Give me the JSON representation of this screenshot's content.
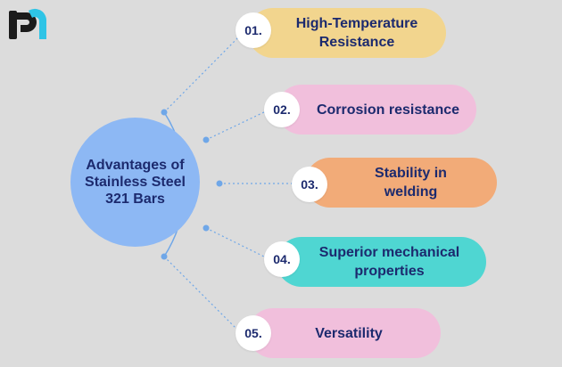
{
  "colors": {
    "background": "#dcdcdc",
    "center_circle": "#8db8f4",
    "text": "#1c2a6e",
    "connector": "#6fa7e8",
    "logo_blue": "#2ec4e6",
    "logo_dark": "#1b1b1b"
  },
  "logo": {
    "icon": "brand-logo-icon"
  },
  "center": {
    "title": "Advantages of Stainless Steel 321 Bars"
  },
  "items": [
    {
      "number": "01.",
      "label": "High-Temperature Resistance",
      "color": "#f2d58e"
    },
    {
      "number": "02.",
      "label": "Corrosion resistance",
      "color": "#f1bfdc"
    },
    {
      "number": "03.",
      "label": "Stability in welding",
      "color": "#f2ab78"
    },
    {
      "number": "04.",
      "label": "Superior mechanical properties",
      "color": "#4fd6d2"
    },
    {
      "number": "05.",
      "label": "Versatility",
      "color": "#f1bfdc"
    }
  ]
}
